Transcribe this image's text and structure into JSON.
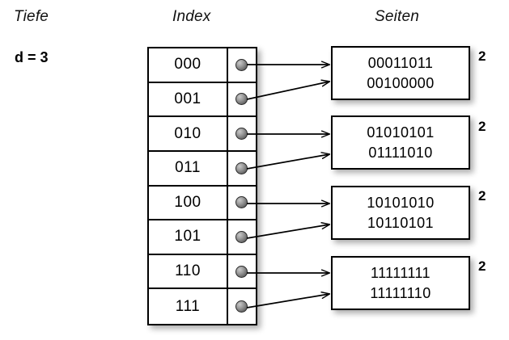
{
  "diagram": {
    "title_columns": {
      "depth": "Tiefe",
      "index": "Index",
      "pages": "Seiten"
    },
    "depth_value": "d = 3",
    "index_table": {
      "rows": [
        {
          "key": "000",
          "pointer": "pointer-dot",
          "target_page": 0
        },
        {
          "key": "001",
          "pointer": "pointer-dot",
          "target_page": 0
        },
        {
          "key": "010",
          "pointer": "pointer-dot",
          "target_page": 1
        },
        {
          "key": "011",
          "pointer": "pointer-dot",
          "target_page": 1
        },
        {
          "key": "100",
          "pointer": "pointer-dot",
          "target_page": 2
        },
        {
          "key": "101",
          "pointer": "pointer-dot",
          "target_page": 2
        },
        {
          "key": "110",
          "pointer": "pointer-dot",
          "target_page": 3
        },
        {
          "key": "111",
          "pointer": "pointer-dot",
          "target_page": 3
        }
      ]
    },
    "pages": [
      {
        "lines": [
          "00011011",
          "00100000"
        ],
        "local_depth": "2"
      },
      {
        "lines": [
          "01010101",
          "01111010"
        ],
        "local_depth": "2"
      },
      {
        "lines": [
          "10101010",
          "10110101"
        ],
        "local_depth": "2"
      },
      {
        "lines": [
          "11111111",
          "11111110"
        ],
        "local_depth": "2"
      }
    ],
    "colors": {
      "background": "#ffffff",
      "stroke": "#000000",
      "pointer_dot": "#6a6a6a",
      "shadow": "rgba(0,0,0,0.33)"
    }
  }
}
